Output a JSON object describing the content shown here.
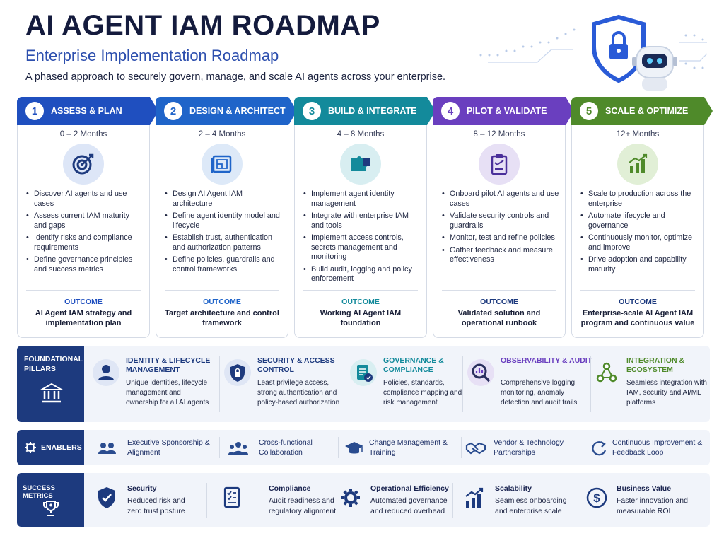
{
  "header": {
    "title": "AI AGENT IAM ROADMAP",
    "subtitle": "Enterprise Implementation Roadmap",
    "tagline": "A phased approach to securely govern, manage, and scale AI agents across your enterprise."
  },
  "colors": {
    "navy": "#1d3a7e",
    "phase1": "#1f4fbf",
    "phase2": "#1f64c9",
    "phase3": "#138a9b",
    "phase4": "#6a3fbf",
    "phase5": "#4f8a2a"
  },
  "phases": [
    {
      "num": "1",
      "title": "ASSESS & PLAN",
      "duration": "0 – 2 Months",
      "icon": "target-icon",
      "items": [
        "Discover AI agents and use cases",
        "Assess current IAM maturity and gaps",
        "Identify risks and compliance requirements",
        "Define governance principles and success metrics"
      ],
      "outcome_label": "OUTCOME",
      "outcome": "AI Agent IAM strategy and implementation plan"
    },
    {
      "num": "2",
      "title": "DESIGN & ARCHITECT",
      "duration": "2 – 4 Months",
      "icon": "blueprint-icon",
      "items": [
        "Design AI Agent IAM architecture",
        "Define agent identity model and lifecycle",
        "Establish trust, authentication and authorization patterns",
        "Define policies, guardrails and control frameworks"
      ],
      "outcome_label": "OUTCOME",
      "outcome": "Target architecture and control framework"
    },
    {
      "num": "3",
      "title": "BUILD & INTEGRATE",
      "duration": "4 – 8 Months",
      "icon": "puzzle-icon",
      "items": [
        "Implement agent identity management",
        "Integrate with enterprise IAM and tools",
        "Implement access controls, secrets management and monitoring",
        "Build audit, logging and policy enforcement"
      ],
      "outcome_label": "OUTCOME",
      "outcome": "Working AI Agent IAM foundation"
    },
    {
      "num": "4",
      "title": "PILOT & VALIDATE",
      "duration": "8 – 12 Months",
      "icon": "clipboard-check-icon",
      "items": [
        "Onboard pilot AI agents and use cases",
        "Validate security controls and guardrails",
        "Monitor, test and refine policies",
        "Gather feedback and measure effectiveness"
      ],
      "outcome_label": "OUTCOME",
      "outcome": "Validated solution and operational runbook"
    },
    {
      "num": "5",
      "title": "SCALE & OPTIMIZE",
      "duration": "12+ Months",
      "icon": "growth-chart-icon",
      "items": [
        "Scale to production across the enterprise",
        "Automate lifecycle and governance",
        "Continuously monitor, optimize and improve",
        "Drive adoption and capability maturity"
      ],
      "outcome_label": "OUTCOME",
      "outcome": "Enterprise-scale AI Agent IAM program and continuous value"
    }
  ],
  "pillars": {
    "label": "FOUNDATIONAL PILLARS",
    "items": [
      {
        "title": "IDENTITY & LIFECYCLE MANAGEMENT",
        "desc": "Unique identities, lifecycle management and ownership for all AI agents",
        "icon": "user-icon",
        "color": "#1d3a7e"
      },
      {
        "title": "SECURITY & ACCESS CONTROL",
        "desc": "Least privilege access, strong authentication and policy-based authorization",
        "icon": "shield-icon",
        "color": "#1d3a7e"
      },
      {
        "title": "GOVERNANCE & COMPLIANCE",
        "desc": "Policies, standards, compliance mapping and risk management",
        "icon": "document-check-icon",
        "color": "#138a9b"
      },
      {
        "title": "OBSERVABILITY & AUDIT",
        "desc": "Comprehensive logging, monitoring, anomaly detection and audit trails",
        "icon": "magnifier-chart-icon",
        "color": "#6a3fbf"
      },
      {
        "title": "INTEGRATION & ECOSYSTEM",
        "desc": "Seamless integration with IAM, security and AI/ML platforms",
        "icon": "network-icon",
        "color": "#4f8a2a"
      }
    ]
  },
  "enablers": {
    "label": "ENABLERS",
    "items": [
      {
        "text": "Executive Sponsorship & Alignment",
        "icon": "people-icon"
      },
      {
        "text": "Cross-functional Collaboration",
        "icon": "team-icon"
      },
      {
        "text": "Change Management & Training",
        "icon": "graduation-cap-icon"
      },
      {
        "text": "Vendor & Technology Partnerships",
        "icon": "handshake-icon"
      },
      {
        "text": "Continuous Improvement & Feedback Loop",
        "icon": "refresh-icon"
      }
    ]
  },
  "metrics": {
    "label": "SUCCESS METRICS",
    "items": [
      {
        "title": "Security",
        "desc": "Reduced risk and zero trust posture",
        "icon": "shield-check-icon"
      },
      {
        "title": "Compliance",
        "desc": "Audit readiness and regulatory alignment",
        "icon": "checklist-icon"
      },
      {
        "title": "Operational Efficiency",
        "desc": "Automated governance and reduced overhead",
        "icon": "gear-icon"
      },
      {
        "title": "Scalability",
        "desc": "Seamless onboarding and enterprise scale",
        "icon": "bar-growth-icon"
      },
      {
        "title": "Business Value",
        "desc": "Faster innovation and measurable ROI",
        "icon": "dollar-icon"
      }
    ]
  }
}
